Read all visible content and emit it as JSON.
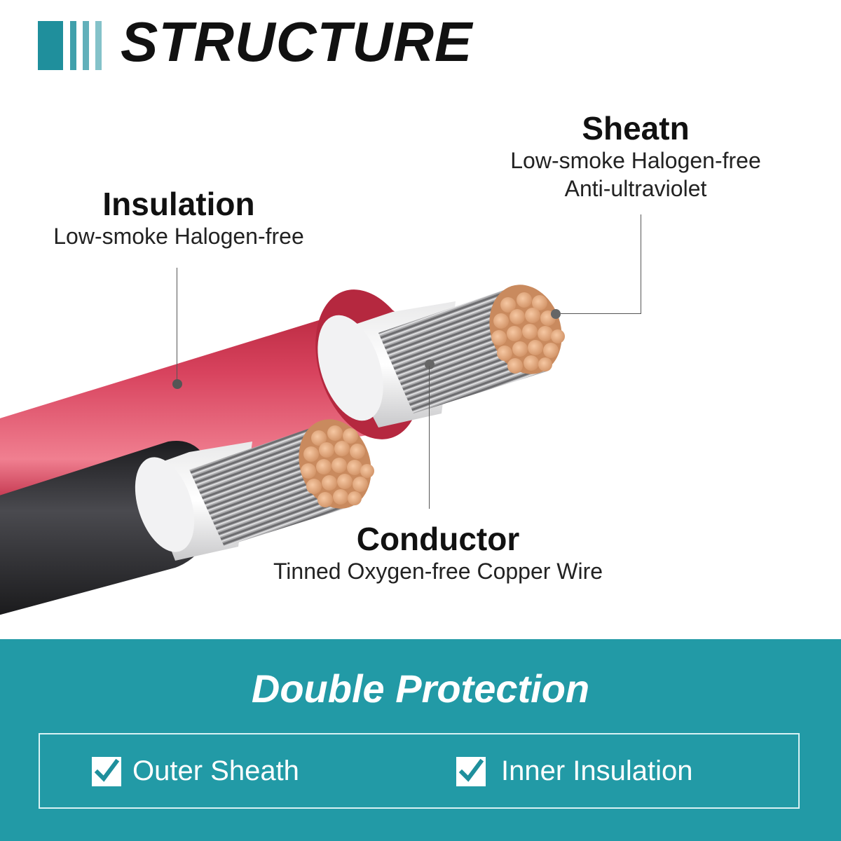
{
  "header": {
    "title": "STRUCTURE",
    "accent_color": "#1f8f9c"
  },
  "callouts": {
    "sheath": {
      "heading": "Sheatn",
      "lines": [
        "Low-smoke Halogen-free",
        "Anti-ultraviolet"
      ]
    },
    "insulation": {
      "heading": "Insulation",
      "lines": [
        "Low-smoke Halogen-free"
      ]
    },
    "conductor": {
      "heading": "Conductor",
      "lines": [
        "Tinned Oxygen-free Copper Wire"
      ]
    }
  },
  "footer": {
    "title": "Double Protection",
    "background_color": "#229aa6",
    "features": [
      {
        "label": "Outer Sheath",
        "icon": "checkbox-checked-icon"
      },
      {
        "label": "Inner Insulation",
        "icon": "checkbox-checked-icon"
      }
    ]
  },
  "cables": [
    {
      "name": "red-cable",
      "color": "#d8435e"
    },
    {
      "name": "black-cable",
      "color": "#2b2b2e"
    }
  ]
}
